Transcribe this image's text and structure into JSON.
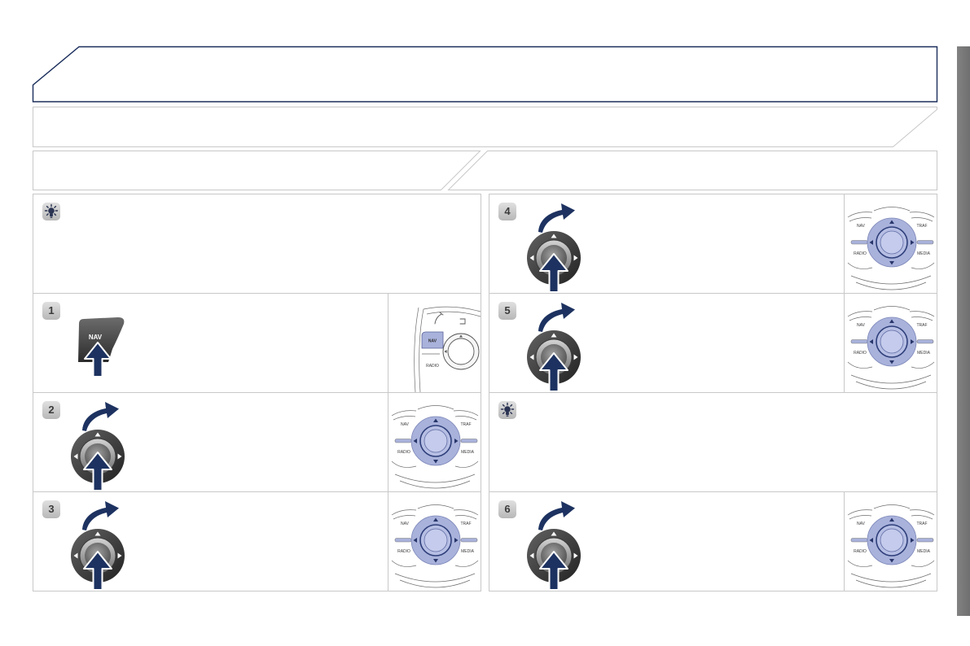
{
  "colors": {
    "title_frame_border": "#1b2e5c",
    "frame_border": "#c8c8c8",
    "arrow_navy": "#1d3260",
    "knob_panel_lavender": "#a9b2db",
    "side_tab_gray": "#828282"
  },
  "left_column": [
    {
      "icon": "lightbulb-icon"
    },
    {
      "number": "1",
      "icon": "nav-button-press-icon",
      "panel_icon": "dashboard-nav-button-icon"
    },
    {
      "number": "2",
      "icon": "rotary-knob-turn-press-icon",
      "panel_icon": "control-knob-panel-icon"
    },
    {
      "number": "3",
      "icon": "rotary-knob-turn-press-icon",
      "panel_icon": "control-knob-panel-icon"
    }
  ],
  "right_column": [
    {
      "number": "4",
      "icon": "rotary-knob-turn-press-icon",
      "panel_icon": "control-knob-panel-icon"
    },
    {
      "number": "5",
      "icon": "rotary-knob-turn-press-icon",
      "panel_icon": "control-knob-panel-icon"
    },
    {
      "icon": "lightbulb-icon"
    },
    {
      "number": "6",
      "icon": "rotary-knob-turn-press-icon",
      "panel_icon": "control-knob-panel-icon"
    }
  ],
  "nav_button": {
    "label": "NAV"
  },
  "dashboard_panel": {
    "nav_label": "NAV",
    "radio_label": "RADIO"
  },
  "knob_panel": {
    "nav_label": "NAV",
    "traf_label": "TRAF",
    "radio_label": "RADIO",
    "media_label": "MEDIA"
  }
}
